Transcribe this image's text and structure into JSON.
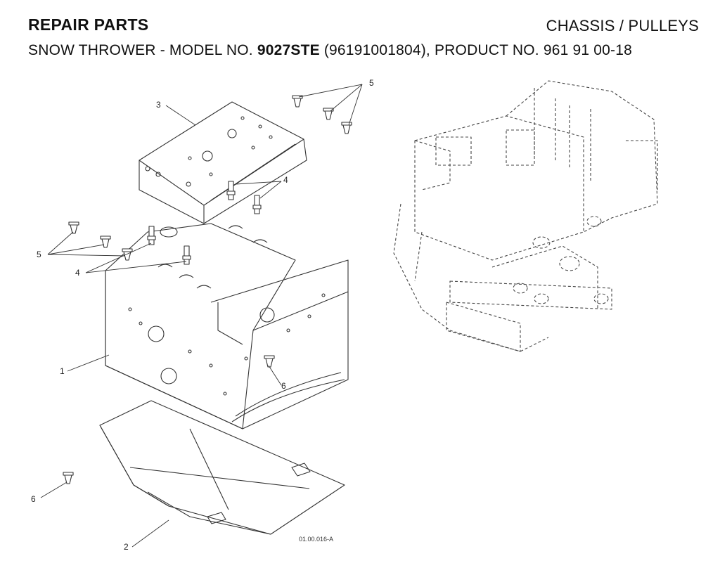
{
  "header": {
    "left_title": "REPAIR PARTS",
    "right_title": "CHASSIS / PULLEYS",
    "subtitle_prefix": "SNOW THROWER - MODEL NO. ",
    "model_no": "9027STE",
    "subtitle_suffix": " (96191001804), PRODUCT NO. 961 91 00-18"
  },
  "callouts": {
    "c1": "1",
    "c2": "2",
    "c3": "3",
    "c4a": "4",
    "c4b": "4",
    "c5a": "5",
    "c5b": "5",
    "c6a": "6",
    "c6b": "6"
  },
  "figure_code": "01.00.016-A"
}
